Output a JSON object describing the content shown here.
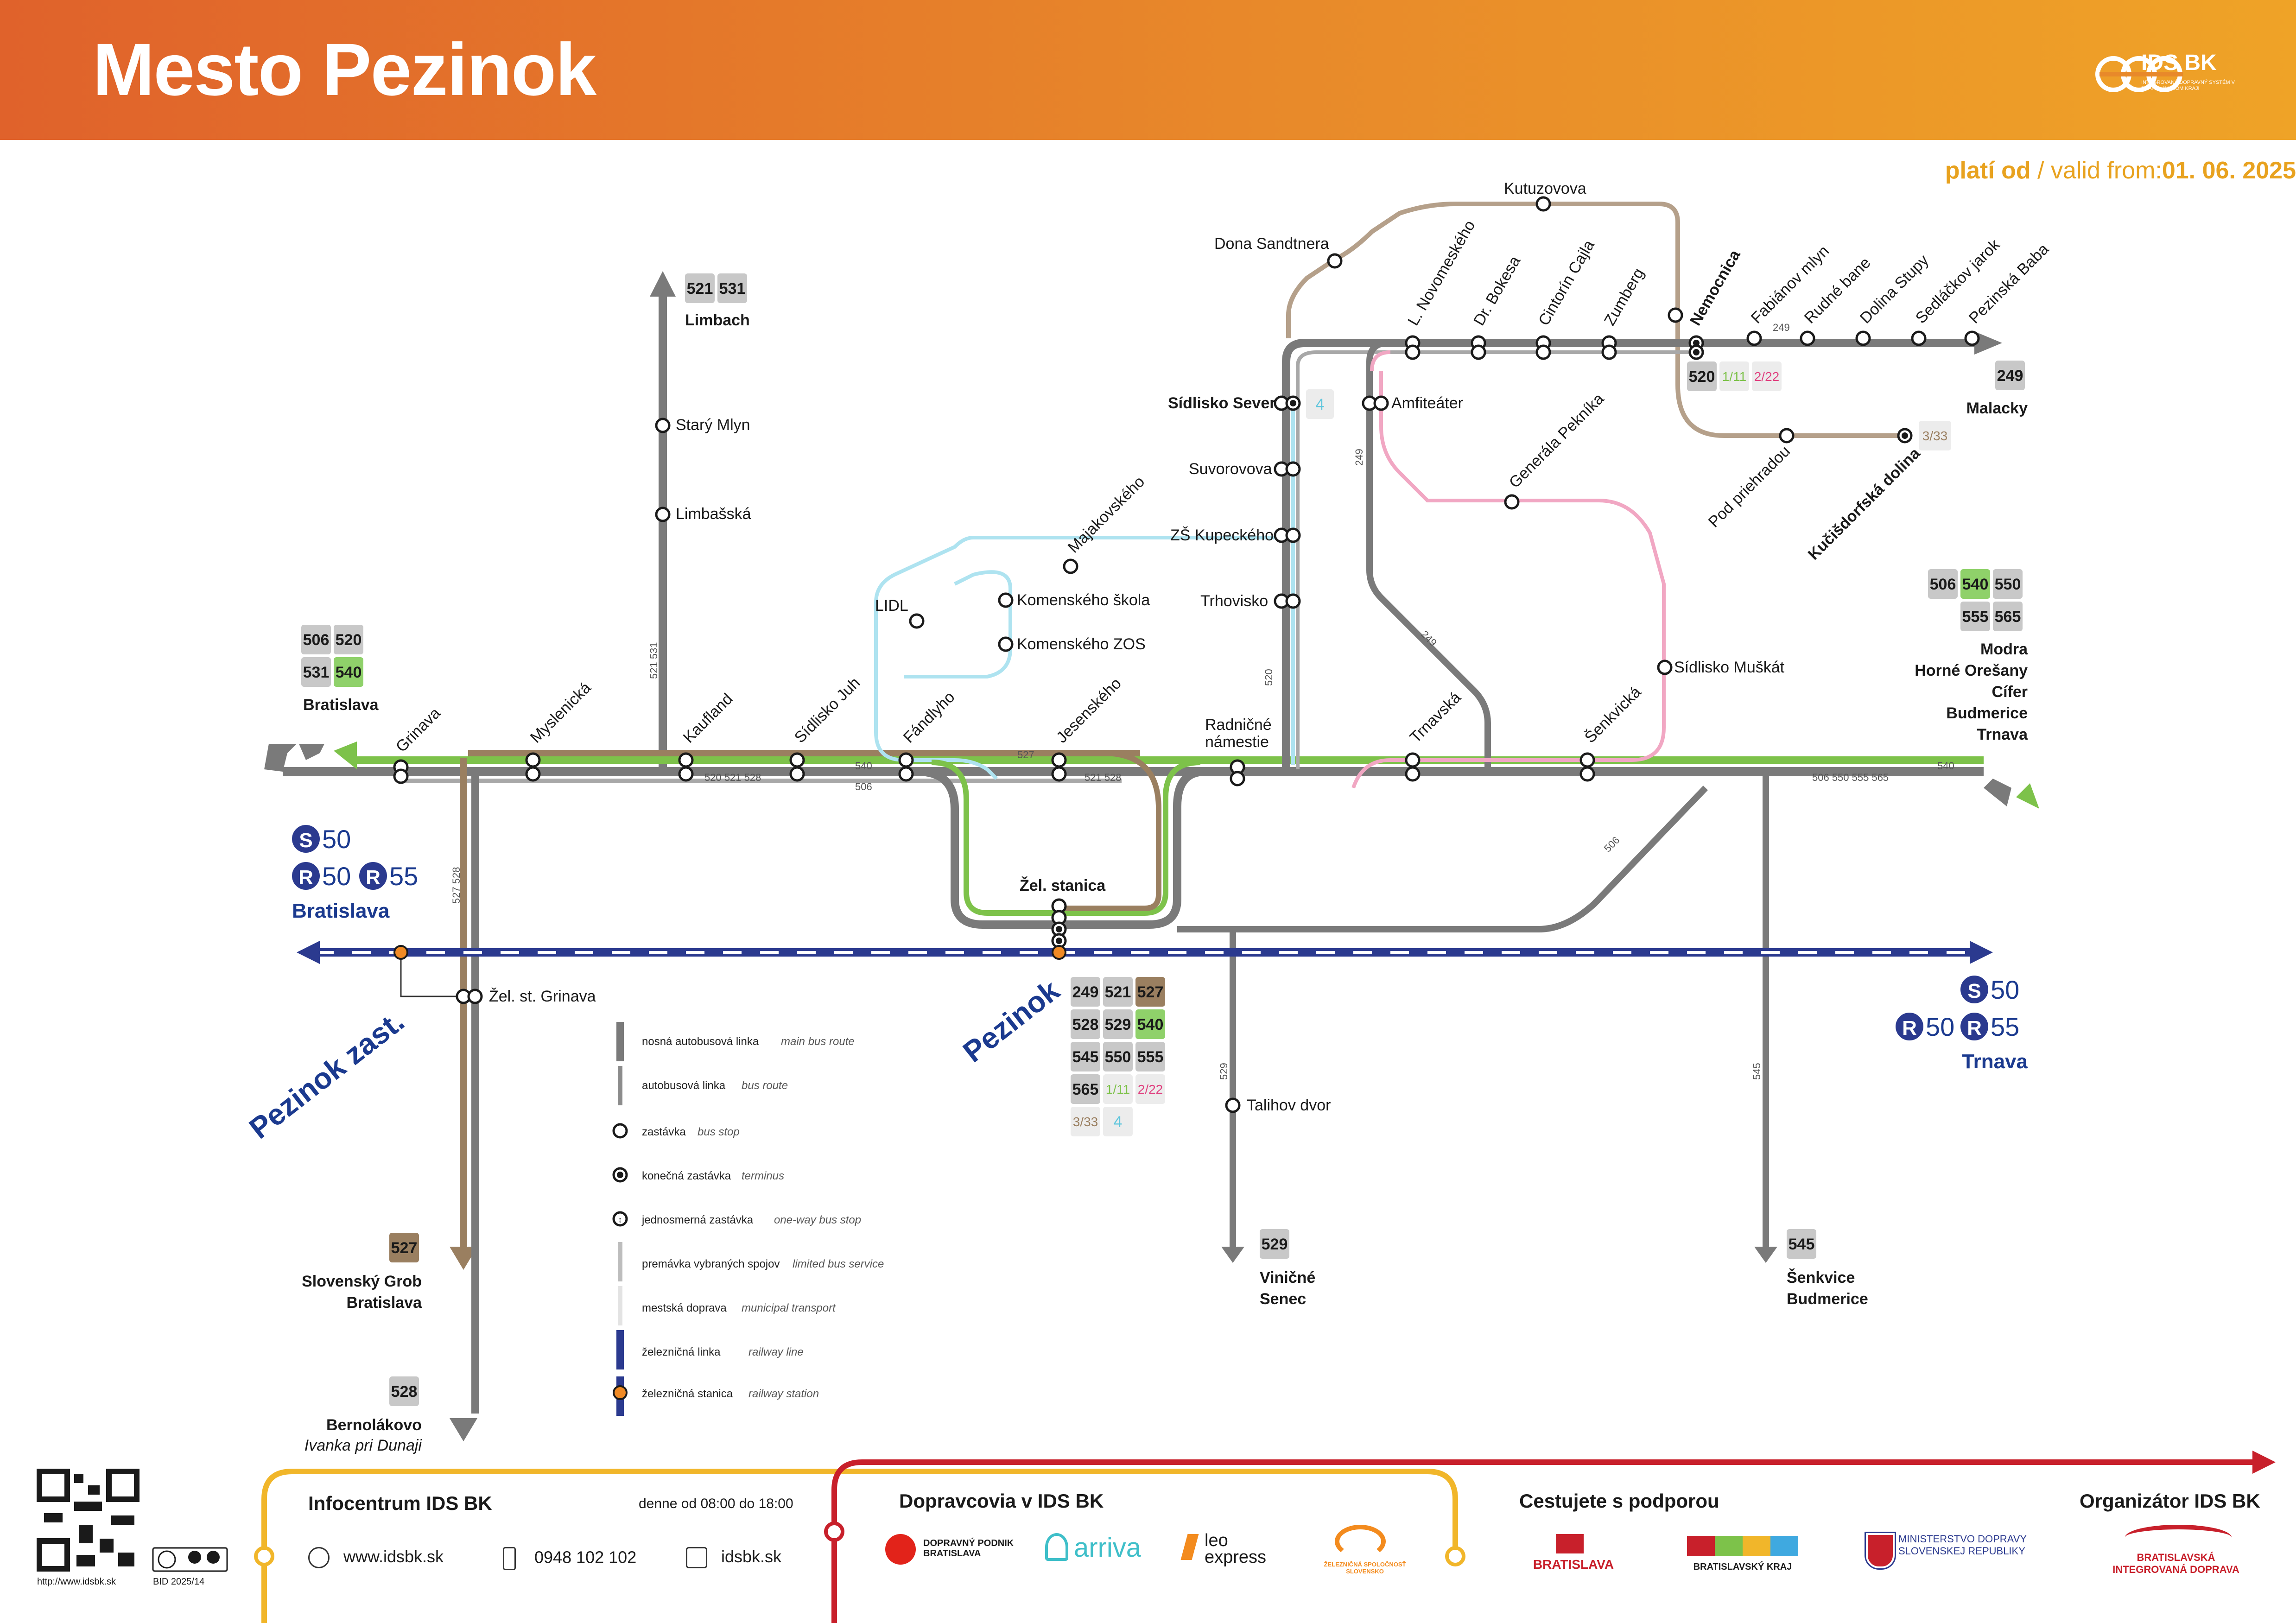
{
  "header": {
    "title": "Mesto Pezinok",
    "logo_text": "IDS BK",
    "logo_sub": "INTEGROVANÝ DOPRAVNÝ SYSTÉM V BRATISLAVSKOM KRAJI",
    "valid_label_sk": "platí od",
    "valid_sep": " / ",
    "valid_label_en": "valid from:",
    "valid_date": "01. 06. 2025"
  },
  "colors": {
    "main_bus": "#7a7a7a",
    "bus": "#8c8c8c",
    "green": "#7dc24a",
    "brown": "#9a7f60",
    "pink": "#f1a7c3",
    "lightblue": "#aee3f0",
    "rail": "#2b3a8f",
    "station": "#f08a24",
    "orange_header": "#e0622b"
  },
  "stops": {
    "grinava": "Grinava",
    "myslenicka": "Myslenická",
    "kaufland": "Kaufland",
    "sidlisko_juh": "Sídlisko Juh",
    "fandlyho": "Fándlyho",
    "jesenskeho": "Jesenského",
    "radnicne": "Radničné",
    "namestie": "námestie",
    "trnavska": "Trnavská",
    "senkvicka": "Šenkvická",
    "limbasska": "Limbašská",
    "stary_mlyn": "Starý Mlyn",
    "lidl": "LIDL",
    "majakovskeho": "Majakovského",
    "komenskeho_skola": "Komenského  škola",
    "komenskeho_zos": "Komenského  ZOS",
    "trhovisko": "Trhovisko",
    "zs_kupeckeho": "ZŠ Kupeckého",
    "suvorovova": "Suvorovova",
    "sidlisko_sever": "Sídlisko Sever",
    "amfiteater": "Amfiteáter",
    "dona_sandtnera": "Dona Sandtnera",
    "kutuzovova": "Kutuzovova",
    "l_novomeskeho": "L. Novomeského",
    "dr_bokesa": "Dr. Bokesa",
    "cintorin_cajla": "Cintorín Cajla",
    "zumberg": "Zumberg",
    "nemocnica": "Nemocnica",
    "fabianov_mlyn": "Fabiánov mlyn",
    "rudne_bane": "Rudné bane",
    "dolina_stupy": "Dolina Stupy",
    "sedlackov_jarok": "Sedláčkov jarok",
    "pezinska_baba": "Pezinská Baba",
    "pod_priehradou": "Pod priehradou",
    "kucisdorfska_dolina": "Kučišdorfská dolina",
    "generala_peknika": "Generála Pekníka",
    "sidlisko_muskat": "Sídlisko Muškát",
    "zel_stanica": "Žel. stanica",
    "zel_st_grinava": "Žel. st. Grinava",
    "talihov_dvor": "Talihov dvor"
  },
  "line_labels": {
    "l521_531": "521  531",
    "l520_521_528": "520  521  528",
    "l540": "540",
    "l527": "527",
    "l506": "506",
    "l521_528": "521  528",
    "l506_550_555_565": "506  550  555  565",
    "l520": "520",
    "l249": "249",
    "l527_528": "527  528",
    "l529": "529",
    "l545": "545"
  },
  "badges": {
    "limbach": [
      "521",
      "531"
    ],
    "bratislava": [
      "506",
      "520",
      "531",
      "540"
    ],
    "malacky": [
      "249"
    ],
    "nemocnica": [
      "520",
      "1/11",
      "2/22"
    ],
    "kucisdorfska": [
      "3/33"
    ],
    "sidlisko_sever": [
      "4"
    ],
    "modra": [
      "506",
      "540",
      "550",
      "555",
      "565"
    ],
    "slovensky_grob": [
      "527"
    ],
    "bernolakovo": [
      "528"
    ],
    "vinicne": [
      "529"
    ],
    "senkvice": [
      "545"
    ],
    "pezinok_station": [
      "249",
      "521",
      "527",
      "528",
      "529",
      "540",
      "545",
      "550",
      "555",
      "565",
      "1/11",
      "2/22",
      "3/33",
      "4"
    ]
  },
  "destinations": {
    "limbach": "Limbach",
    "bratislava": "Bratislava",
    "malacky": "Malacky",
    "modra": "Modra",
    "horne_oresany": "Horné Orešany",
    "cifer": "Cífer",
    "budmerice": "Budmerice",
    "trnava": "Trnava",
    "slovensky_grob": "Slovenský Grob",
    "sg_bratislava": "Bratislava",
    "bernolakovo": "Bernolákovo",
    "ivanka": "Ivanka pri Dunaji",
    "vinicne": "Viničné",
    "senec": "Senec",
    "senkvice": "Šenkvice",
    "budmerice2": "Budmerice"
  },
  "rail": {
    "west_s": "S",
    "west_s_num": "50",
    "west_r1": "R",
    "west_r1_num": "50",
    "west_r2": "R",
    "west_r2_num": "55",
    "west_city": "Bratislava",
    "east_s": "S",
    "east_s_num": "50",
    "east_r1": "R",
    "east_r1_num": "50",
    "east_r2": "R",
    "east_r2_num": "55",
    "east_city": "Trnava",
    "pezinok_zast": "Pezinok zast.",
    "pezinok": "Pezinok"
  },
  "legend": [
    {
      "sk": "nosná autobusová linka",
      "en": "main bus route"
    },
    {
      "sk": "autobusová linka",
      "en": "bus route"
    },
    {
      "sk": "zastávka",
      "en": "bus stop"
    },
    {
      "sk": "konečná zastávka",
      "en": "terminus"
    },
    {
      "sk": "jednosmerná zastávka",
      "en": "one-way bus stop"
    },
    {
      "sk": "premávka vybraných spojov",
      "en": "limited bus service"
    },
    {
      "sk": "mestská doprava",
      "en": "municipal transport"
    },
    {
      "sk": "železničná linka",
      "en": "railway line"
    },
    {
      "sk": "železničná stanica",
      "en": "railway station"
    }
  ],
  "footer": {
    "qr_url": "http://www.idsbk.sk",
    "bid": "BID 2025/14",
    "cc": "CC BY SA",
    "infocentrum_title": "Infocentrum IDS BK",
    "infocentrum_hours": "denne od 08:00 do 18:00",
    "web": "www.idsbk.sk",
    "phone": "0948 102 102",
    "facebook": "idsbk.sk",
    "dopravcovia_title": "Dopravcovia v IDS BK",
    "dpb": "DOPRAVNÝ PODNIK BRATISLAVA",
    "arriva": "arriva",
    "leo": "leo express",
    "zssk": "ŽELEZNIČNÁ SPOLOČNOSŤ SLOVENSKO",
    "podpora_title": "Cestujete s podporou",
    "bratislava": "BRATISLAVA",
    "bsk": "BRATISLAVSKÝ KRAJ",
    "ministerstvo": "MINISTERSTVO DOPRAVY SLOVENSKEJ REPUBLIKY",
    "organizator_title": "Organizátor IDS BK",
    "organizator": "BRATISLAVSKÁ INTEGROVANÁ DOPRAVA"
  }
}
